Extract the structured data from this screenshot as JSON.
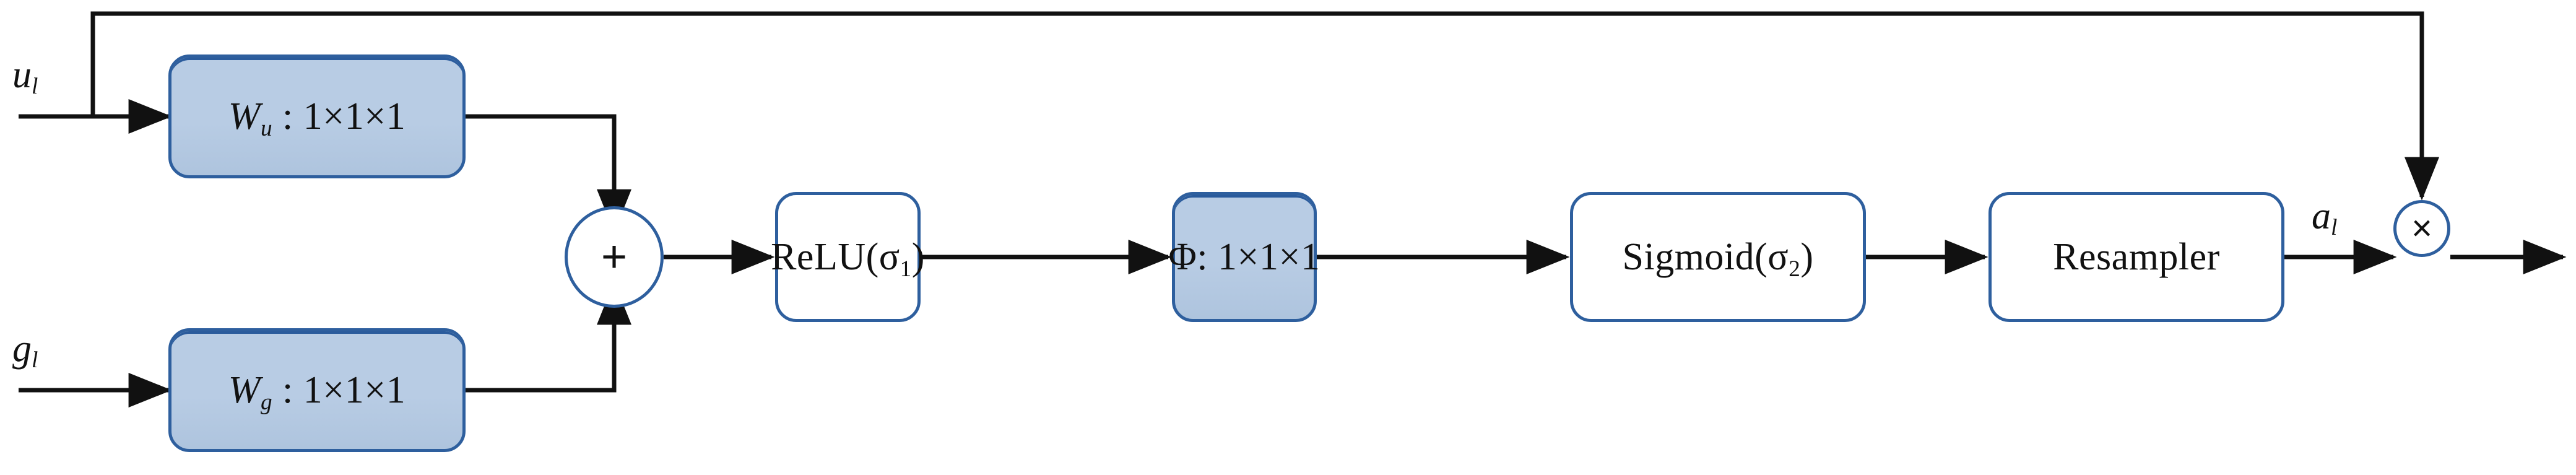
{
  "diagram": {
    "title": "Attention gate block diagram",
    "background_color": "#ffffff",
    "accent_border_color": "#2e5f9e",
    "accent_fill_color": "#b8cce4",
    "wire_color": "#111111",
    "nodes": [
      {
        "id": "w_u",
        "label_main": "W",
        "label_sub": "u",
        "label_rest": " : 1×1×1",
        "style": "filled"
      },
      {
        "id": "w_g",
        "label_main": "W",
        "label_sub": "g",
        "label_rest": " : 1×1×1",
        "style": "filled"
      },
      {
        "id": "relu",
        "label_main": "ReLU(σ",
        "label_sub": "1",
        "label_rest": ")",
        "style": "plain"
      },
      {
        "id": "phi",
        "label_main": "Φ",
        "label_sub": "",
        "label_rest": ": 1×1×1",
        "style": "filled"
      },
      {
        "id": "sigmoid",
        "label_main": "Sigmoid(σ",
        "label_sub": "2",
        "label_rest": ")",
        "style": "plain"
      },
      {
        "id": "resampler",
        "label_main": "Resampler",
        "label_sub": "",
        "label_rest": "",
        "style": "plain"
      }
    ],
    "operators": [
      {
        "id": "add",
        "symbol": "+",
        "name": "addition"
      },
      {
        "id": "multiply",
        "symbol": "×",
        "name": "multiplication"
      }
    ],
    "signal_labels": [
      {
        "id": "u_l",
        "base": "u",
        "sub": "l"
      },
      {
        "id": "g_l",
        "base": "g",
        "sub": "l"
      },
      {
        "id": "a_l",
        "base": "a",
        "sub": "l"
      }
    ]
  }
}
